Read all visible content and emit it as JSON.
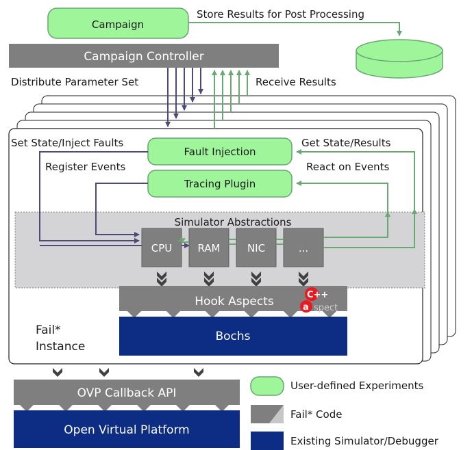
{
  "nodes": {
    "campaign": "Campaign",
    "campaign_controller": "Campaign Controller",
    "fault_injection": "Fault Injection",
    "tracing_plugin": "Tracing Plugin",
    "simulator_abstractions": "Simulator Abstractions",
    "cpu": "CPU",
    "ram": "RAM",
    "nic": "NIC",
    "more": "...",
    "hook_aspects": "Hook Aspects",
    "aspect_logo_top": "C++",
    "aspect_logo_a": "a",
    "aspect_logo_rest": "spect",
    "bochs": "Bochs",
    "instance_line1": "Fail*",
    "instance_line2": "Instance",
    "ovp_callback_api": "OVP Callback API",
    "open_virtual_platform": "Open Virtual Platform"
  },
  "edge_labels": {
    "store_results": "Store Results for Post Processing",
    "distribute_params": "Distribute Parameter Set",
    "receive_results": "Receive Results",
    "set_state": "Set State/Inject Faults",
    "get_state": "Get State/Results",
    "register_events": "Register Events",
    "react_events": "React on Events"
  },
  "legend": {
    "user_defined": "User-defined Experiments",
    "fail_code": "Fail* Code",
    "existing_sim": "Existing Simulator/Debugger"
  },
  "colors": {
    "green_fill": "#9ef59a",
    "green_stroke": "#6aa472",
    "green_arrow": "#6ba673",
    "purple_arrow": "#4e4a78",
    "gray_box": "#7f7f7f",
    "dark_gray_arrow": "#404040",
    "navy": "#0c2d83",
    "sim_area": "#d4d4d6",
    "aspect_red": "#e8191f"
  }
}
